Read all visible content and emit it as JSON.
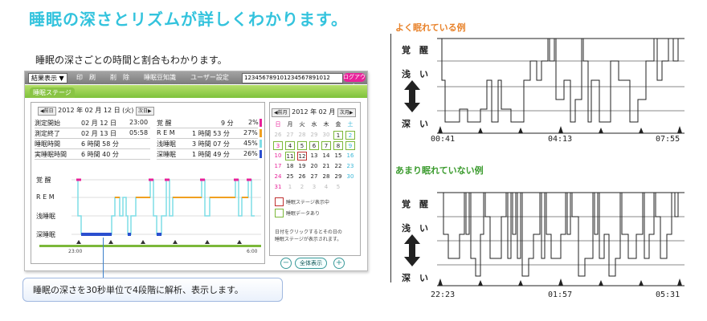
{
  "headline": "睡眠の深さとリズムが詳しくわかります。",
  "subline": "睡眠の深さごとの時間と割合もわかります。",
  "callout": "睡眠の深さを30秒単位で4段階に解析、表示します。",
  "app": {
    "result_button": "結果表示 ▼",
    "menu": [
      "印　刷",
      "削　除",
      "睡眠豆知識",
      "ユーザー設定"
    ],
    "user_id": "1234567891012345678910​12",
    "logout": "ログアウト",
    "tab": "睡眠ステージ",
    "prev_day": "◀前日",
    "date": "2012 年 02 月 12 日 (火)",
    "next_day": "次日▶",
    "left_rows": [
      {
        "label": "測定開始",
        "date": "02 月 12 日",
        "time": "23:00"
      },
      {
        "label": "測定終了",
        "date": "02 月 13 日",
        "time": "05:58"
      },
      {
        "label": "睡眠時間",
        "date": "6 時間 58 分",
        "time": ""
      },
      {
        "label": "実睡眠時間",
        "date": "6 時間 40 分",
        "time": ""
      }
    ],
    "right_rows": [
      {
        "label": "覚 醒",
        "dur": "9 分",
        "pct": "2%",
        "color": "#e8229a"
      },
      {
        "label": "R E M",
        "dur": "1 時間 53 分",
        "pct": "27%",
        "color": "#f0a020"
      },
      {
        "label": "浅睡眠",
        "dur": "3 時間 07 分",
        "pct": "45%",
        "color": "#7fdde6"
      },
      {
        "label": "深睡眠",
        "dur": "1 時間 49 分",
        "pct": "26%",
        "color": "#2b4fcf"
      }
    ],
    "levels": [
      "覚 醒",
      "R E M",
      "浅睡眠",
      "深睡眠"
    ],
    "axis_start": "23:00",
    "axis_end": "6:00",
    "cal_prev": "◀前月",
    "cal_title": "2012 年 02 月",
    "cal_next": "次月▶",
    "weekdays": [
      "日",
      "月",
      "火",
      "水",
      "木",
      "金",
      "土"
    ],
    "weeks": [
      [
        "26",
        "27",
        "28",
        "29",
        "30",
        "1",
        "2"
      ],
      [
        "3",
        "4",
        "5",
        "6",
        "7",
        "8",
        "9"
      ],
      [
        "10",
        "11",
        "12",
        "13",
        "14",
        "15",
        "16"
      ],
      [
        "17",
        "18",
        "19",
        "20",
        "21",
        "22",
        "23"
      ],
      [
        "24",
        "25",
        "26",
        "27",
        "28",
        "29",
        "30"
      ],
      [
        "31",
        "1",
        "2",
        "3",
        "4",
        "5",
        ""
      ]
    ],
    "legend_stage": "睡眠ステージ表示中",
    "legend_data": "睡眠データあり",
    "cal_note1": "日付をクリックするとその日の",
    "cal_note2": "睡眠ステージが表示されます。",
    "zoom_minus": "−",
    "zoom_all": "全体表示",
    "zoom_plus": "+"
  },
  "example_good": {
    "title": "よく眠れている例",
    "labels": {
      "awake": "覚　醒",
      "shallow": "浅　い",
      "deep": "深　い"
    },
    "ticks": [
      "00:41",
      "04:13",
      "07:55"
    ]
  },
  "example_bad": {
    "title": "あまり眠れていない例",
    "labels": {
      "awake": "覚　醒",
      "shallow": "浅　い",
      "deep": "深　い"
    },
    "ticks": [
      "22:23",
      "01:57",
      "05:31"
    ]
  }
}
